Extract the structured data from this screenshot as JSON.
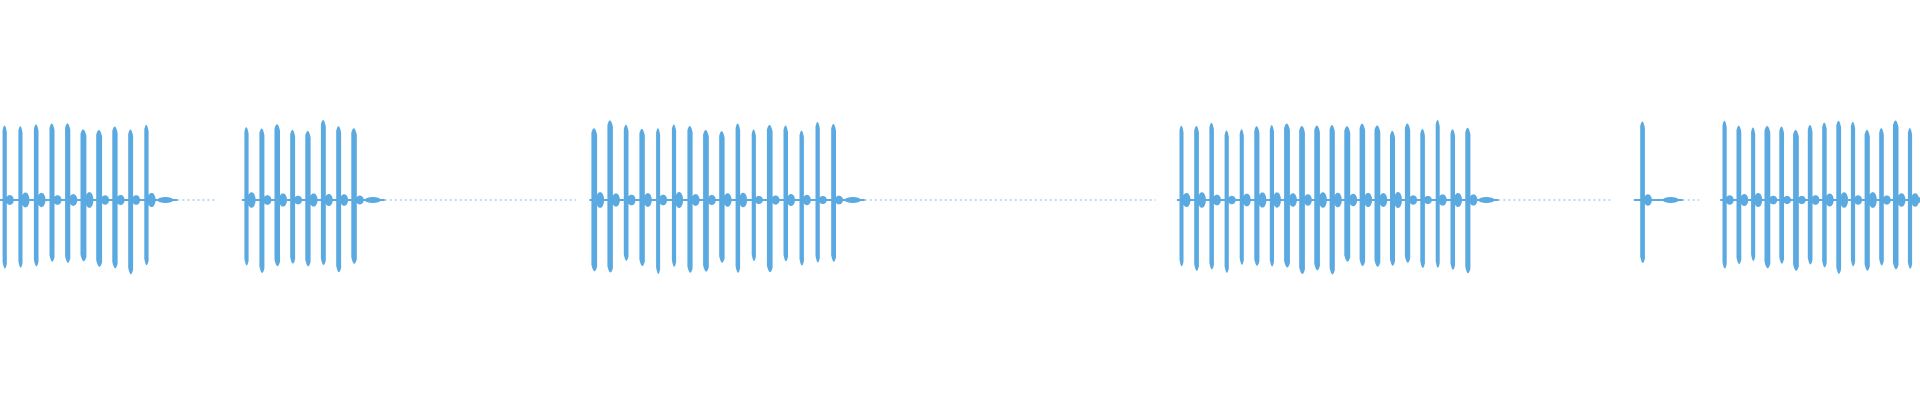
{
  "waveform": {
    "color": "#5aa9e0",
    "background": "#ffffff",
    "baseline_visible": true,
    "segments": [
      {
        "type": "burst",
        "start": 0.0,
        "end": 0.082,
        "pulses": 10
      },
      {
        "type": "quiet",
        "start": 0.082,
        "end": 0.112
      },
      {
        "type": "burst",
        "start": 0.126,
        "end": 0.19,
        "pulses": 8
      },
      {
        "type": "quiet",
        "start": 0.19,
        "end": 0.3
      },
      {
        "type": "burst",
        "start": 0.307,
        "end": 0.44,
        "pulses": 16
      },
      {
        "type": "quiet",
        "start": 0.44,
        "end": 0.602
      },
      {
        "type": "burst",
        "start": 0.613,
        "end": 0.77,
        "pulses": 20
      },
      {
        "type": "quiet",
        "start": 0.77,
        "end": 0.84
      },
      {
        "type": "burst",
        "start": 0.851,
        "end": 0.866,
        "pulses": 1
      },
      {
        "type": "quiet",
        "start": 0.866,
        "end": 0.885
      },
      {
        "type": "burst",
        "start": 0.896,
        "end": 1.0,
        "pulses": 14
      }
    ]
  }
}
